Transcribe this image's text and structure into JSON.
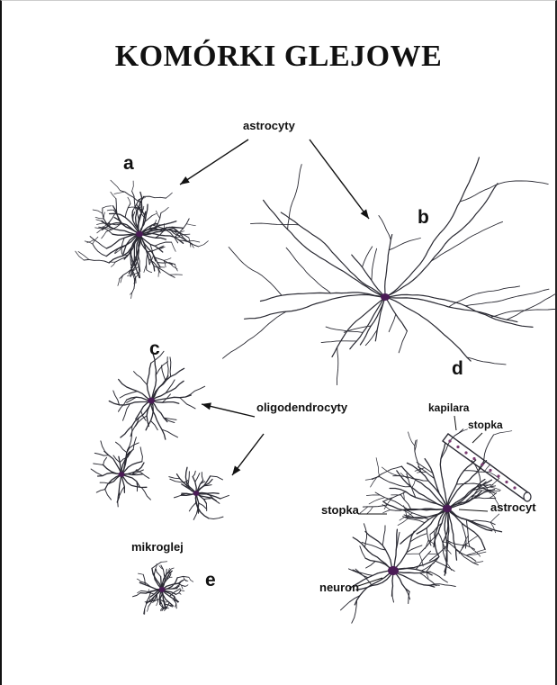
{
  "title": "KOMÓRKI GLEJOWE",
  "labels": {
    "astrocyty": "astrocyty",
    "oligodendrocyty": "oligodendrocyty",
    "mikroglej": "mikroglej",
    "kapilara": "kapilara",
    "stopka_top": "stopka",
    "stopka_left": "stopka",
    "astrocyt": "astrocyt",
    "neuron": "neuron"
  },
  "letters": {
    "a": "a",
    "b": "b",
    "c": "c",
    "d": "d",
    "e": "e"
  },
  "colors": {
    "cell_line": "#2a2a33",
    "cell_body": "#4a1b55",
    "capillary": "#7a3a70",
    "text": "#111111"
  }
}
